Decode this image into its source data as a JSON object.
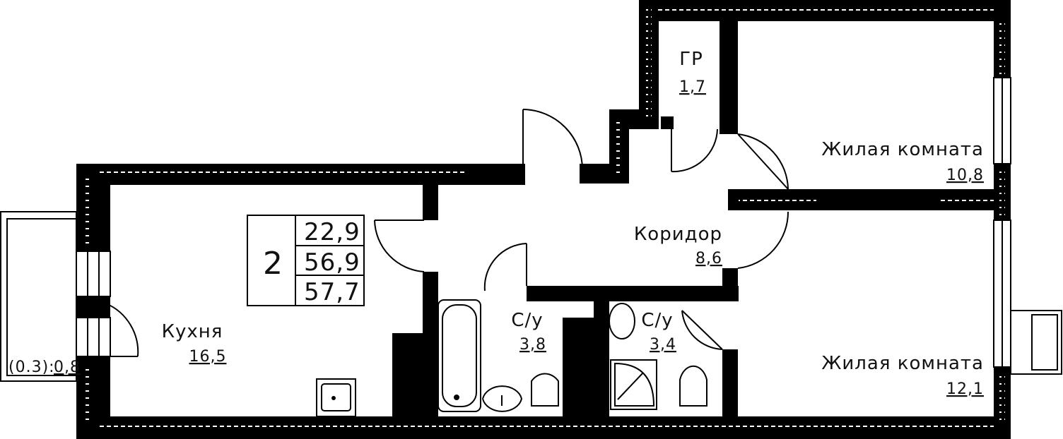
{
  "rooms_count": "2",
  "areas": {
    "living": "22,9",
    "total": "56,9",
    "total_with_balcony": "57,7"
  },
  "rooms": {
    "wardrobe": {
      "name": "ГР",
      "area": "1,7"
    },
    "living1": {
      "name": "Жилая комната",
      "area": "10,8"
    },
    "corridor": {
      "name": "Коридор",
      "area": "8,6"
    },
    "kitchen": {
      "name": "Кухня",
      "area": "16,5"
    },
    "bath1": {
      "name": "С/у",
      "area": "3,8"
    },
    "bath2": {
      "name": "С/у",
      "area": "3,4"
    },
    "living2": {
      "name": "Жилая комната",
      "area": "12,1"
    }
  },
  "balcony": {
    "coef": "(0.3):",
    "area": "0,8"
  },
  "colors": {
    "wall": "#000000",
    "background": "#ffffff"
  }
}
